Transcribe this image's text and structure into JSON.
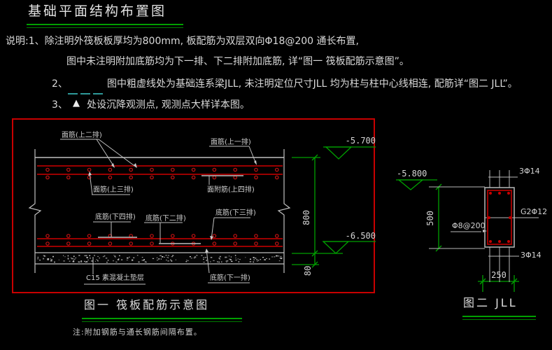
{
  "title": "基础平面结构布置图",
  "notes": {
    "n1_prefix": "说明:1、",
    "n1_text": "除注明外筏板板厚均为800mm, 板配筋为双层双向Φ18@200 通长布置,",
    "n1_cont": "图中未注明附加底筋均为下一排、下二排附加底筋, 详“图一 筏板配筋示意图”。",
    "n2_num": "2、",
    "n2_text": "图中粗虚线处为基础连系梁JLL, 未注明定位尺寸JLL 均为柱与柱中心线相连, 配筋详“图二 JLL”。",
    "n3_num": "3、",
    "n3_marker": "▲",
    "n3_text": "处设沉降观测点, 观测点大样详本图。"
  },
  "figure1": {
    "labels": {
      "top_row2": "面筋(上二排)",
      "top_row1": "面筋(上一排)",
      "top_row3": "面筋(上三排)",
      "top_row4": "面附筋(上四排)",
      "bottom_row4": "底筋(下四排)",
      "bottom_row2": "底筋(下二排)",
      "bottom_row3": "底筋(下三排)",
      "bottom_row1": "底筋(下一排)",
      "cushion": "C15 素混凝土垫层"
    },
    "elevation_top": "-5.700",
    "elevation_bottom": "-6.500",
    "dim_thickness": "800",
    "dim_cushion": "80",
    "caption": "图一  筏板配筋示意图",
    "note": "注:附加钢筋与通长钢筋间隔布置。"
  },
  "figure2": {
    "elevation": "-5.800",
    "dim_height": "500",
    "dim_width": "250",
    "top_bars": "3Φ14",
    "waist_bars": "G2Φ12",
    "stirrups": "Φ8@200",
    "bottom_bars": "3Φ14",
    "caption": "图二 JLL"
  },
  "colors": {
    "background": "#000000",
    "text": "#d6d6d6",
    "dim_green": "#00a000",
    "figure_border_red": "#c80000",
    "rebar_red": "#9b0000",
    "dashed_beam_teal": "#2e9999",
    "drawing_line_gray": "#c0c0c0"
  }
}
